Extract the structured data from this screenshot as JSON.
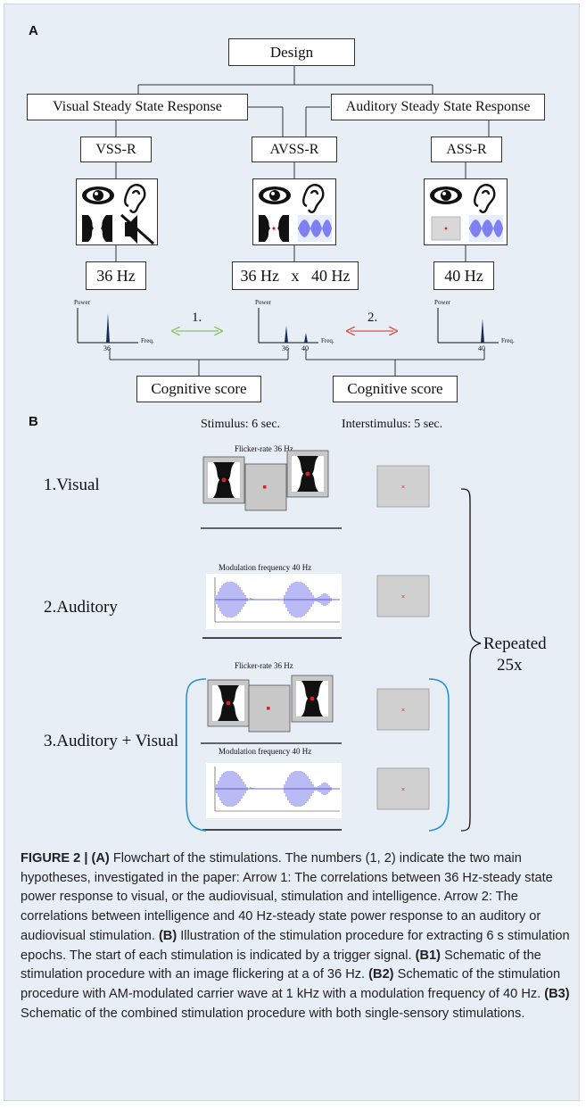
{
  "panel_a": {
    "label": "A",
    "design": "Design",
    "branch_left": "Visual Steady State Response",
    "branch_right": "Auditory Steady State Response",
    "conditions": [
      "VSS-R",
      "AVSS-R",
      "ASS-R"
    ],
    "freq_left": "36 Hz",
    "freq_mid": "36 Hz   x   40 Hz",
    "freq_right": "40 Hz",
    "power_label": "Power",
    "freq_axis_label": "Freq.",
    "tick_36": "36",
    "tick_40": "40",
    "arrow1": "1.",
    "arrow2": "2.",
    "cognitive_score": "Cognitive score",
    "arrow_colors": {
      "arrow1": "#8dc26a",
      "arrow2": "#d9534f"
    }
  },
  "panel_b": {
    "label": "B",
    "stimulus_header": "Stimulus: 6 sec.",
    "interstimulus_header": "Interstimulus: 5 sec.",
    "row1": "1.Visual",
    "row2": "2.Auditory",
    "row3": "3.Auditory + Visual",
    "flicker_rate": "Flicker-rate 36 Hz",
    "modulation": "Modulation frequency 40 Hz",
    "repeated": "Repeated",
    "times": "25x",
    "bracket_color": "#1e8fd6",
    "fixation_color": "#e02020"
  },
  "caption": {
    "fig_label": "FIGURE 2 | ",
    "a": "(A)",
    "t1": " Flowchart of the stimulations. The numbers (1, 2) indicate the two main hypotheses, investigated in the paper: Arrow 1: The correlations between 36 Hz-steady state power response to visual, or the audiovisual, stimulation and intelligence. Arrow 2: The correlations between intelligence and 40 Hz-steady state power response to an auditory or audiovisual stimulation. ",
    "b": "(B)",
    "t2": " Illustration of the stimulation procedure for extracting 6 s stimulation epochs. The start of each stimulation is indicated by a trigger signal. ",
    "b1": "(B1)",
    "t3": " Schematic of the stimulation procedure with an image flickering at a of 36 Hz. ",
    "b2": "(B2)",
    "t4": " Schematic of the stimulation procedure with AM-modulated carrier wave at 1 kHz with a modulation frequency of 40 Hz. ",
    "b3": "(B3)",
    "t5": " Schematic of the combined stimulation procedure with both single-sensory stimulations."
  }
}
